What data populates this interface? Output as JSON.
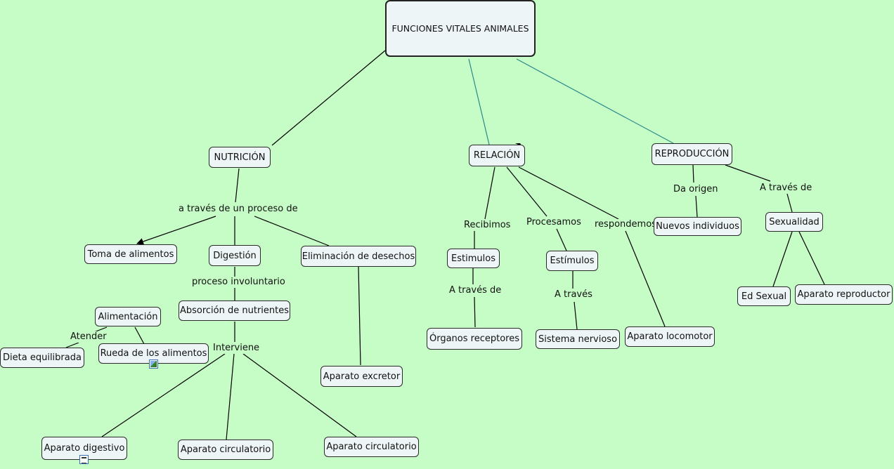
{
  "title": "FUNCIONES VITALES ANIMALES",
  "nodes": {
    "nutricion": "NUTRICIÓN",
    "relacion": "RELACIÓN",
    "reproduccion": "REPRODUCCIÓN",
    "toma": "Toma de alimentos",
    "digestion": "Digestión",
    "eliminacion": "Eliminación de desechos",
    "absorcion": "Absorción de nutrientes",
    "alimentacion": "Alimentación",
    "dieta": "Dieta equilibrada",
    "rueda": "Rueda de los alimentos",
    "aparato_digestivo": "Aparato digestivo",
    "aparato_circulatorio_1": "Aparato circulatorio",
    "aparato_circulatorio_2": "Aparato circulatorio",
    "aparato_excretor": "Aparato excretor",
    "estimulos_1": "Estimulos",
    "estimulos_2": "Estímulos",
    "organos": "Órganos receptores",
    "sistema_nervioso": "Sistema nervioso",
    "aparato_locomotor": "Aparato locomotor",
    "nuevos_individuos": "Nuevos individuos",
    "sexualidad": "Sexualidad",
    "ed_sexual": "Ed Sexual",
    "aparato_reproductor": "Aparato reproductor"
  },
  "linking_phrases": {
    "proceso": "a través de un proceso de",
    "involuntario": "proceso involuntario",
    "atender": "Atender",
    "interviene": "Interviene",
    "recibimos": "Recibimos",
    "procesamos": "Procesamos",
    "respondemos": "respondemos",
    "a_traves_de_1": "A través de",
    "a_traves": "A través",
    "da_origen": "Da origen",
    "a_traves_de_2": "A través de"
  },
  "icons": {
    "rueda_resource": "image-resource-icon",
    "digestivo_resource": "document-resource-icon"
  },
  "colors": {
    "background": "#c6fcc6",
    "node_fill": "#eef5f7",
    "line": "#000000",
    "teal_line": "#2a8a8a"
  }
}
